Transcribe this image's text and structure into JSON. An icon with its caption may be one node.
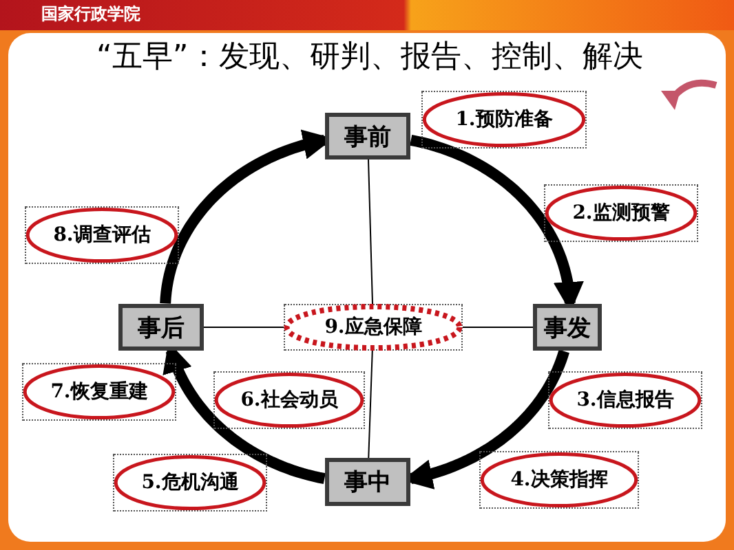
{
  "diagram": {
    "title": "“五早”：发现、研判、报告、控制、解决",
    "nodes": [
      {
        "text": [
          "事前"
        ]
      },
      {
        "text": [
          "事发"
        ]
      },
      {
        "text": [
          "事中"
        ]
      },
      {
        "text": [
          "事后"
        ]
      },
      {
        "text": [
          "1.预防准备"
        ]
      },
      {
        "text": [
          "2.监测预警"
        ]
      },
      {
        "text": [
          "3.信息报告"
        ]
      },
      {
        "text": [
          "4.决策指挥"
        ]
      },
      {
        "text": [
          "5.危机沟通"
        ]
      },
      {
        "text": [
          "6.社会动员"
        ]
      },
      {
        "text": [
          "7.恢复重建"
        ]
      },
      {
        "text": [
          "8.调查评估"
        ]
      },
      {
        "text": [
          "9.应急保障"
        ]
      }
    ],
    "edges": [
      {
        "from": 0,
        "to": 1,
        "arrow": "to",
        "style": "thick"
      },
      {
        "from": 1,
        "to": 2,
        "arrow": "to",
        "style": "thick"
      },
      {
        "from": 2,
        "to": 3,
        "arrow": "to",
        "style": "thick"
      },
      {
        "from": 3,
        "to": 0,
        "arrow": "to",
        "style": "thick"
      },
      {
        "from": 0,
        "to": 12,
        "arrow": "none"
      },
      {
        "from": 12,
        "to": 2,
        "arrow": "none"
      },
      {
        "from": 3,
        "to": 12,
        "arrow": "none"
      },
      {
        "from": 12,
        "to": 1,
        "arrow": "none"
      }
    ],
    "labels": [
      "国家行政学院"
    ]
  }
}
